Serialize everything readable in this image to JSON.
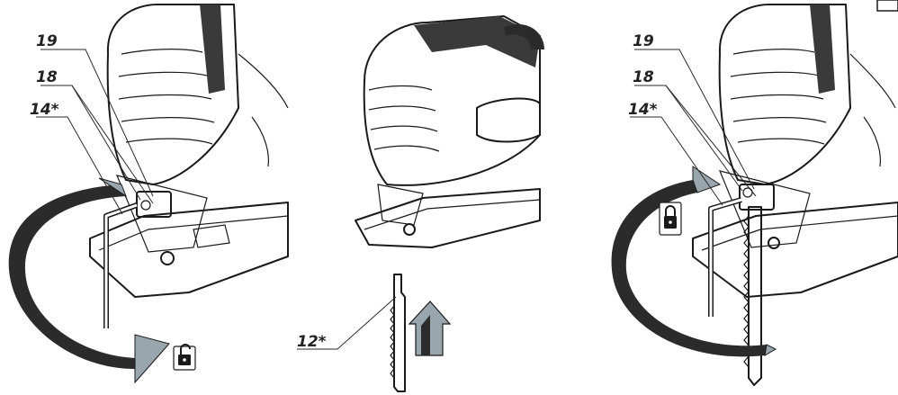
{
  "panels": [
    {
      "id": "left",
      "labels": [
        "19",
        "18",
        "14*"
      ],
      "lock_icon": "unlock-icon",
      "arrow_direction": "counterclockwise"
    },
    {
      "id": "middle",
      "labels": [
        "12*"
      ],
      "arrow_direction": "up"
    },
    {
      "id": "right",
      "labels": [
        "19",
        "18",
        "14*"
      ],
      "lock_icon": "lock-icon",
      "arrow_direction": "clockwise"
    }
  ],
  "colors": {
    "line": "#1a1a1a",
    "arrow_fill": "#2b2b2b",
    "arrow_light": "#9aa6ad",
    "grip": "#3a3a3a"
  }
}
